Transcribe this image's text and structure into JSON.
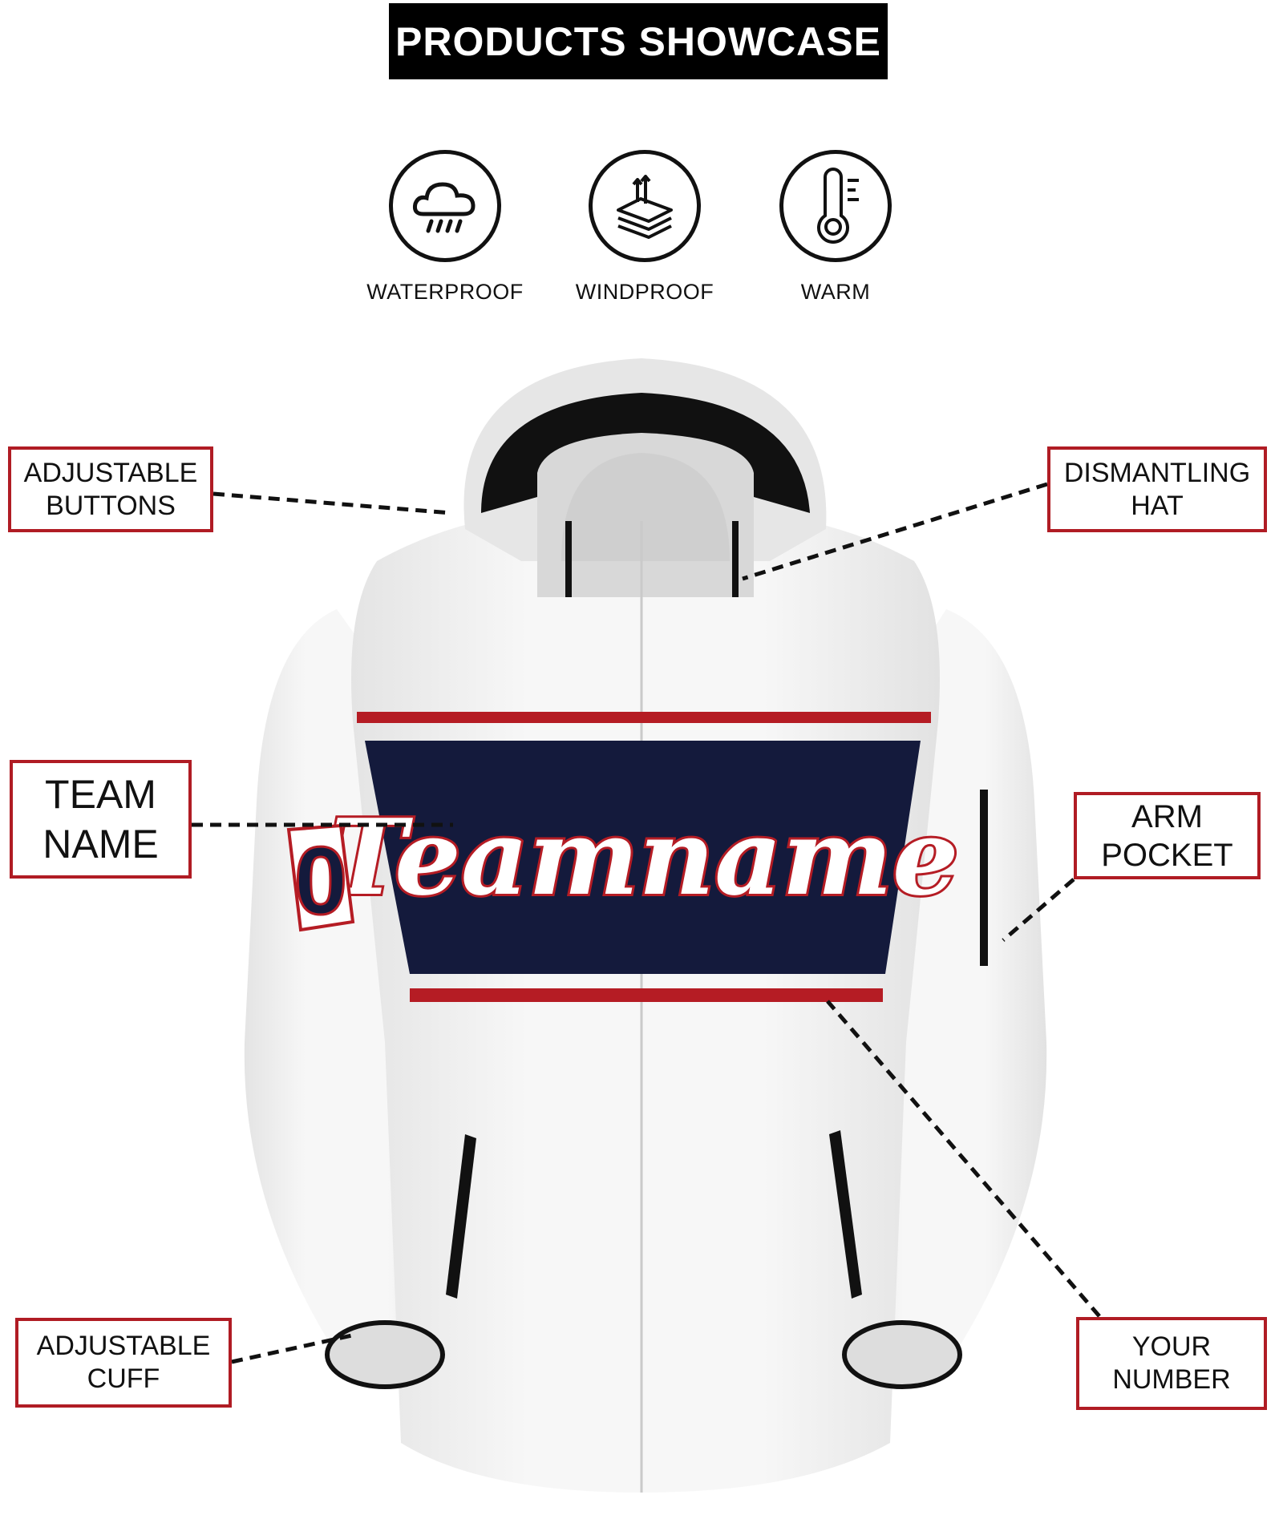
{
  "header": {
    "title": "PRODUCTS SHOWCASE"
  },
  "features": [
    {
      "label": "WATERPROOF",
      "icon": "rain-cloud-icon"
    },
    {
      "label": "WINDPROOF",
      "icon": "layers-wind-icon"
    },
    {
      "label": "WARM",
      "icon": "thermometer-icon"
    }
  ],
  "callouts": {
    "adjustable_buttons": [
      "ADJUSTABLE",
      "BUTTONS"
    ],
    "dismantling_hat": [
      "DISMANTLING",
      "HAT"
    ],
    "team_name": [
      "TEAM",
      "NAME"
    ],
    "arm_pocket": [
      "ARM",
      "POCKET"
    ],
    "adjustable_cuff": [
      "ADJUSTABLE",
      "CUFF"
    ],
    "your_number": [
      "YOUR",
      "NUMBER"
    ]
  },
  "jacket": {
    "team_text": "Teamname",
    "number": "0",
    "colors": {
      "body": "#f2f2f2",
      "navy": "#141a3c",
      "red": "#b51c24",
      "callout_border": "#b01c24"
    }
  }
}
